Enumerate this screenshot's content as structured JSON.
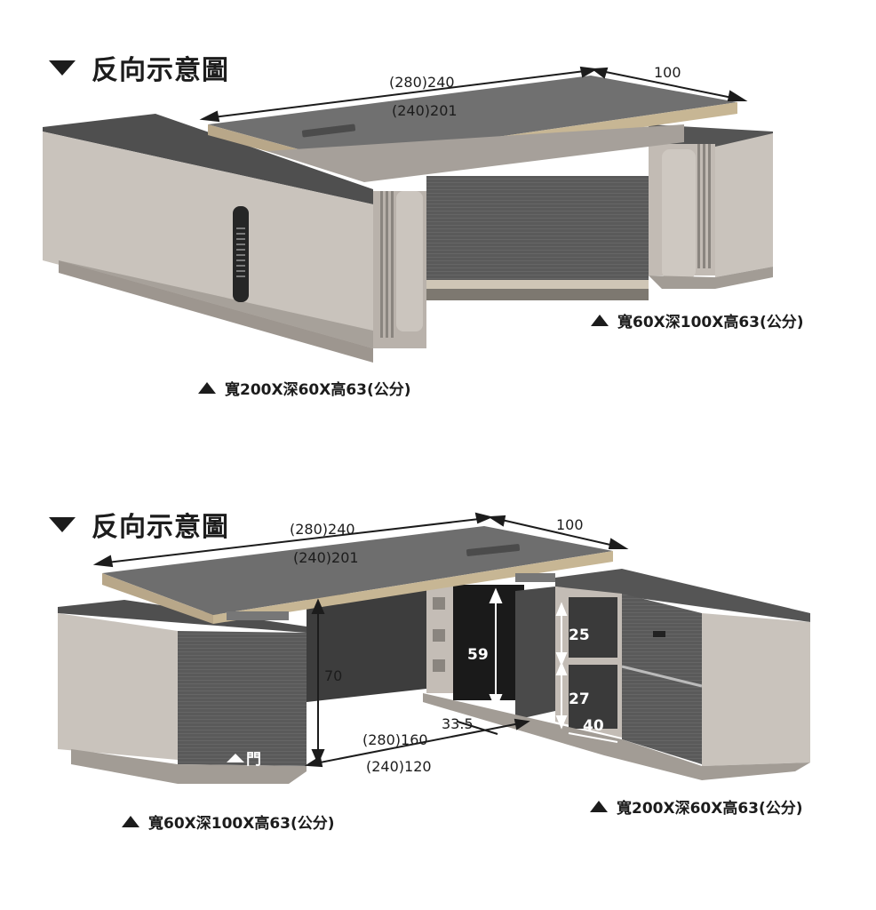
{
  "section1": {
    "heading": "反向示意圖",
    "dim_top_total": "(280)240",
    "dim_top_inner": "(240)201",
    "dim_return": "100",
    "caption_return": "寬60X深100X高63(公分)",
    "caption_main": "寬200X深60X高63(公分)"
  },
  "section2": {
    "heading": "反向示意圖",
    "dim_top_total": "(280)240",
    "dim_top_inner": "(240)201",
    "dim_return": "100",
    "dim_leg_height": "70",
    "dim_inner_height": "59",
    "dim_shelf_upper": "25",
    "dim_shelf_lower": "27",
    "dim_shelf_depth": "40",
    "dim_knee_depth": "33.5",
    "dim_knee_width_total": "(280)160",
    "dim_knee_width_inner": "(240)120",
    "door_label": "門",
    "caption_left": "寬60X深100X高63(公分)",
    "caption_right": "寬200X深60X高63(公分)"
  },
  "colors": {
    "panel_light": "#c9c3bc",
    "panel_mid": "#b0aaa3",
    "wood_dark": "#5e5e5e",
    "wood_top": "#6f6f6f",
    "edge_gold": "#b8a789",
    "text": "#1c1c1c"
  }
}
